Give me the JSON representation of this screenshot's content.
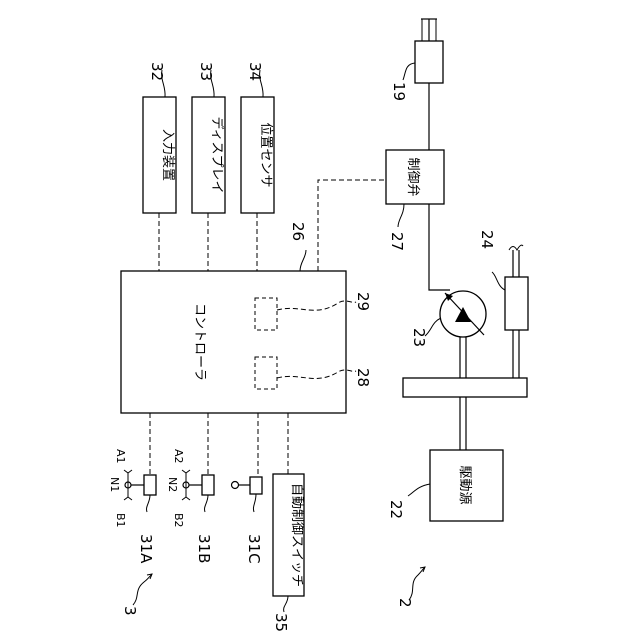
{
  "blocks": {
    "input_device": "入力装置",
    "display": "ディスプレイ",
    "position_sensor": "位置センサ",
    "controller": "コントローラ",
    "control_valve": "制御弁",
    "drive_source": "駆動源",
    "auto_switch": "自動制御スイッチ"
  },
  "refs": {
    "r2": "2",
    "r3": "3",
    "r19": "19",
    "r22": "22",
    "r23": "23",
    "r24": "24",
    "r26": "26",
    "r27": "27",
    "r28": "28",
    "r29": "29",
    "r31a": "31A",
    "r31b": "31B",
    "r31c": "31C",
    "r32": "32",
    "r33": "33",
    "r34": "34",
    "r35": "35"
  },
  "lever_labels": {
    "a1": "A1",
    "n1": "N1",
    "b1": "B1",
    "a2": "A2",
    "n2": "N2",
    "b2": "B2"
  }
}
